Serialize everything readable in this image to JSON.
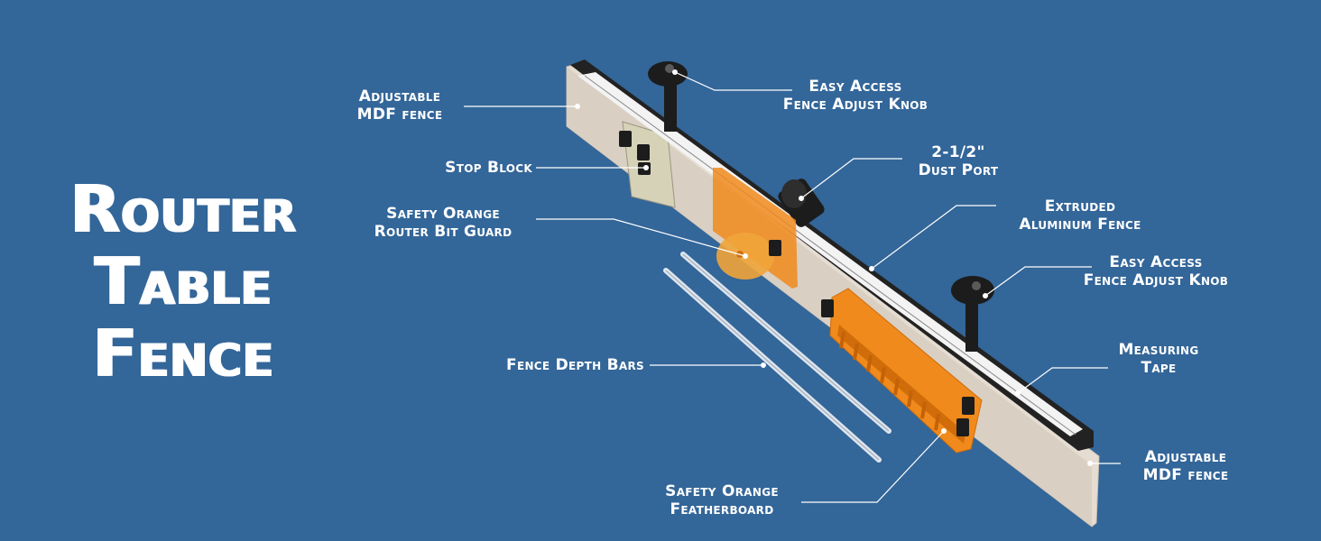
{
  "title_lines": [
    "Router",
    "Table",
    "Fence"
  ],
  "callouts": {
    "mdf_fence_top": [
      "Adjustable",
      "MDF fence"
    ],
    "stop_block": "Stop Block",
    "bit_guard": [
      "Safety Orange",
      "Router Bit Guard"
    ],
    "depth_bars": "Fence Depth Bars",
    "featherboard": [
      "Safety Orange",
      "Featherboard"
    ],
    "knob_top": [
      "Easy Access",
      "Fence Adjust Knob"
    ],
    "dust_port": [
      "2-1/2\"",
      "Dust Port"
    ],
    "aluminum_fence": [
      "Extruded",
      "Aluminum Fence"
    ],
    "knob_right": [
      "Easy Access",
      "Fence Adjust Knob"
    ],
    "measuring_tape": [
      "Measuring",
      "Tape"
    ],
    "mdf_fence_bottom": [
      "Adjustable",
      "MDF fence"
    ]
  },
  "colors": {
    "background": "#336699",
    "text": "#ffffff",
    "leader_line": "#ffffff",
    "mdf": "#e6ddd2",
    "aluminum": "#222222",
    "safety_orange": "#f08a1c",
    "knob": "#1c1c1c",
    "depth_bar": "#dfe6ee"
  }
}
